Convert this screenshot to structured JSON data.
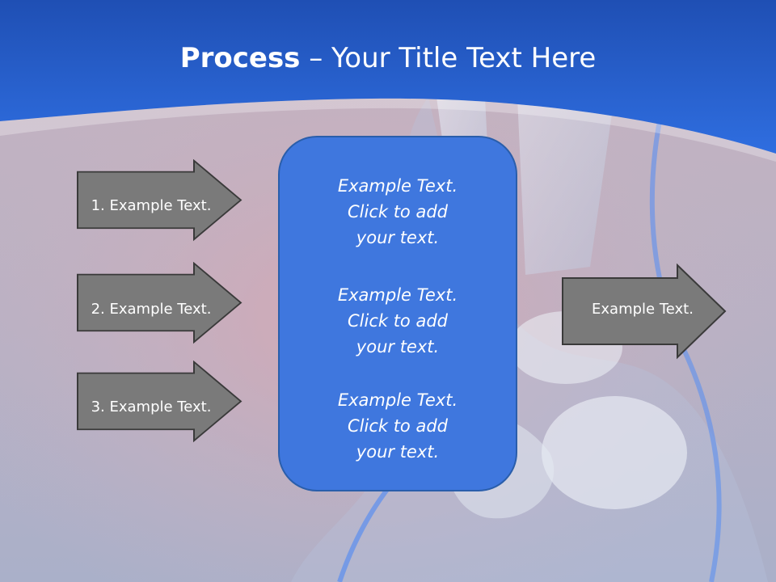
{
  "slide": {
    "title_bold": "Process",
    "title_rest": " – Your Title Text Here",
    "colors": {
      "header_blue": "#2b66d6",
      "box_blue": "#3f77de",
      "arrow_gray": "#7a7a7a"
    }
  },
  "left_arrows": [
    {
      "label": "1. Example Text."
    },
    {
      "label": "2. Example Text."
    },
    {
      "label": "3. Example Text."
    }
  ],
  "center_box": {
    "blocks": [
      {
        "lines": [
          "Example Text.",
          "Click  to add",
          "your text."
        ]
      },
      {
        "lines": [
          "Example Text.",
          "Click  to add",
          "your text."
        ]
      },
      {
        "lines": [
          "Example Text.",
          "Click  to add",
          "your text."
        ]
      }
    ]
  },
  "right_arrow": {
    "label": "Example Text."
  }
}
